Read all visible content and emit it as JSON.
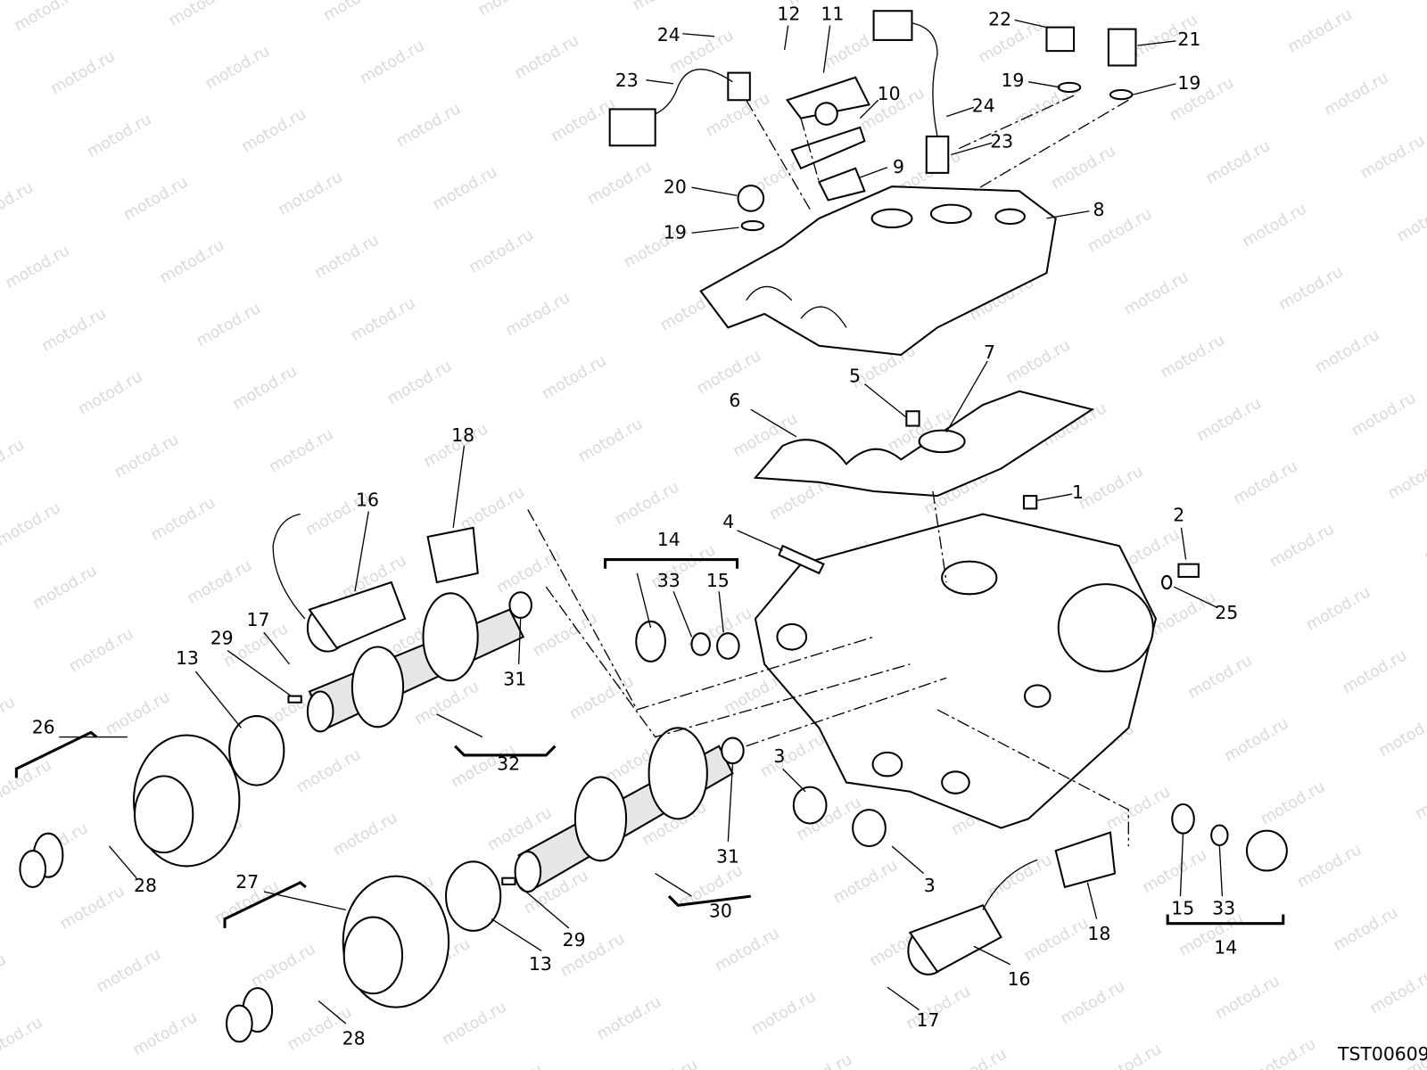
{
  "watermark": "motod.ru",
  "drawing_code": "TST00609",
  "callouts": [
    "24",
    "12",
    "11",
    "23",
    "10",
    "22",
    "21",
    "19",
    "19",
    "24",
    "23",
    "9",
    "20",
    "19",
    "8",
    "7",
    "5",
    "6",
    "1",
    "18",
    "16",
    "4",
    "2",
    "14",
    "33",
    "15",
    "25",
    "17",
    "29",
    "13",
    "26",
    "31",
    "32",
    "3",
    "31",
    "28",
    "27",
    "3",
    "30",
    "18",
    "15",
    "33",
    "14",
    "13",
    "29",
    "16",
    "17",
    "28"
  ]
}
